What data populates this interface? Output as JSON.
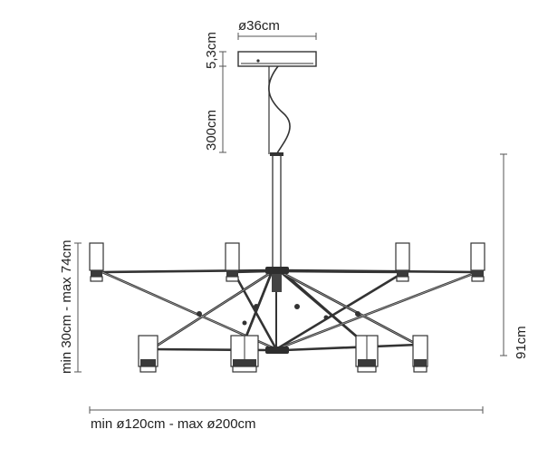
{
  "dimensions": {
    "canopy_diameter": "ø36cm",
    "canopy_height": "5,3cm",
    "cable_length": "300cm",
    "shade_vertical_range": "min 30cm - max 74cm",
    "total_height": "91cm",
    "overall_diameter": "min ø120cm - max ø200cm"
  },
  "colors": {
    "line": "#333333",
    "dimension_line": "#555555",
    "text": "#222222",
    "background": "#ffffff"
  }
}
